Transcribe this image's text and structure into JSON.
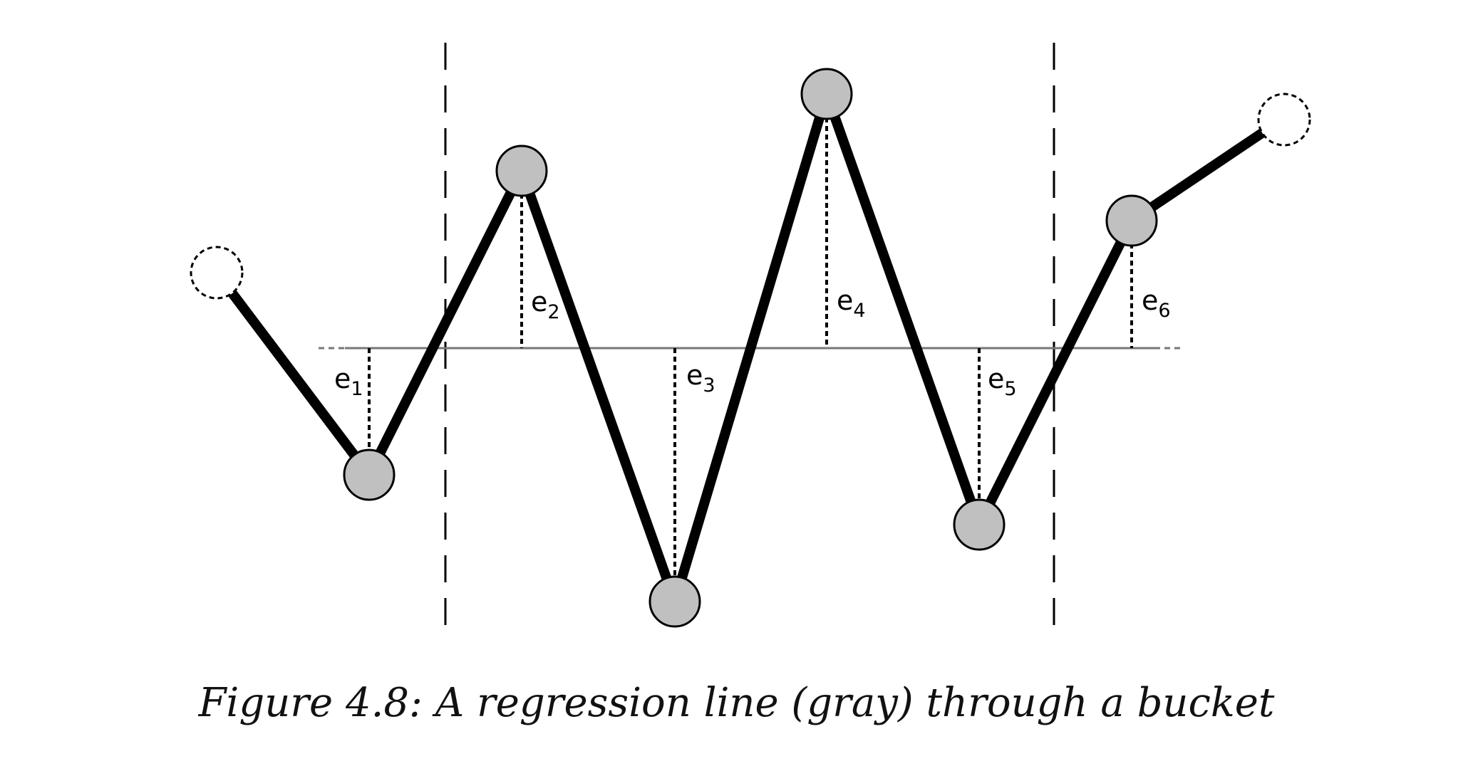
{
  "figure": {
    "caption": "Figure 4.8: A regression line (gray) through a bucket",
    "residual_labels": [
      {
        "base": "e",
        "sub": "1"
      },
      {
        "base": "e",
        "sub": "2"
      },
      {
        "base": "e",
        "sub": "3"
      },
      {
        "base": "e",
        "sub": "4"
      },
      {
        "base": "e",
        "sub": "5"
      },
      {
        "base": "e",
        "sub": "6"
      }
    ],
    "colors": {
      "point_fill": "#c0c0c0",
      "path_stroke": "#000000",
      "regression_line": "#777777",
      "background": "#ffffff"
    }
  }
}
